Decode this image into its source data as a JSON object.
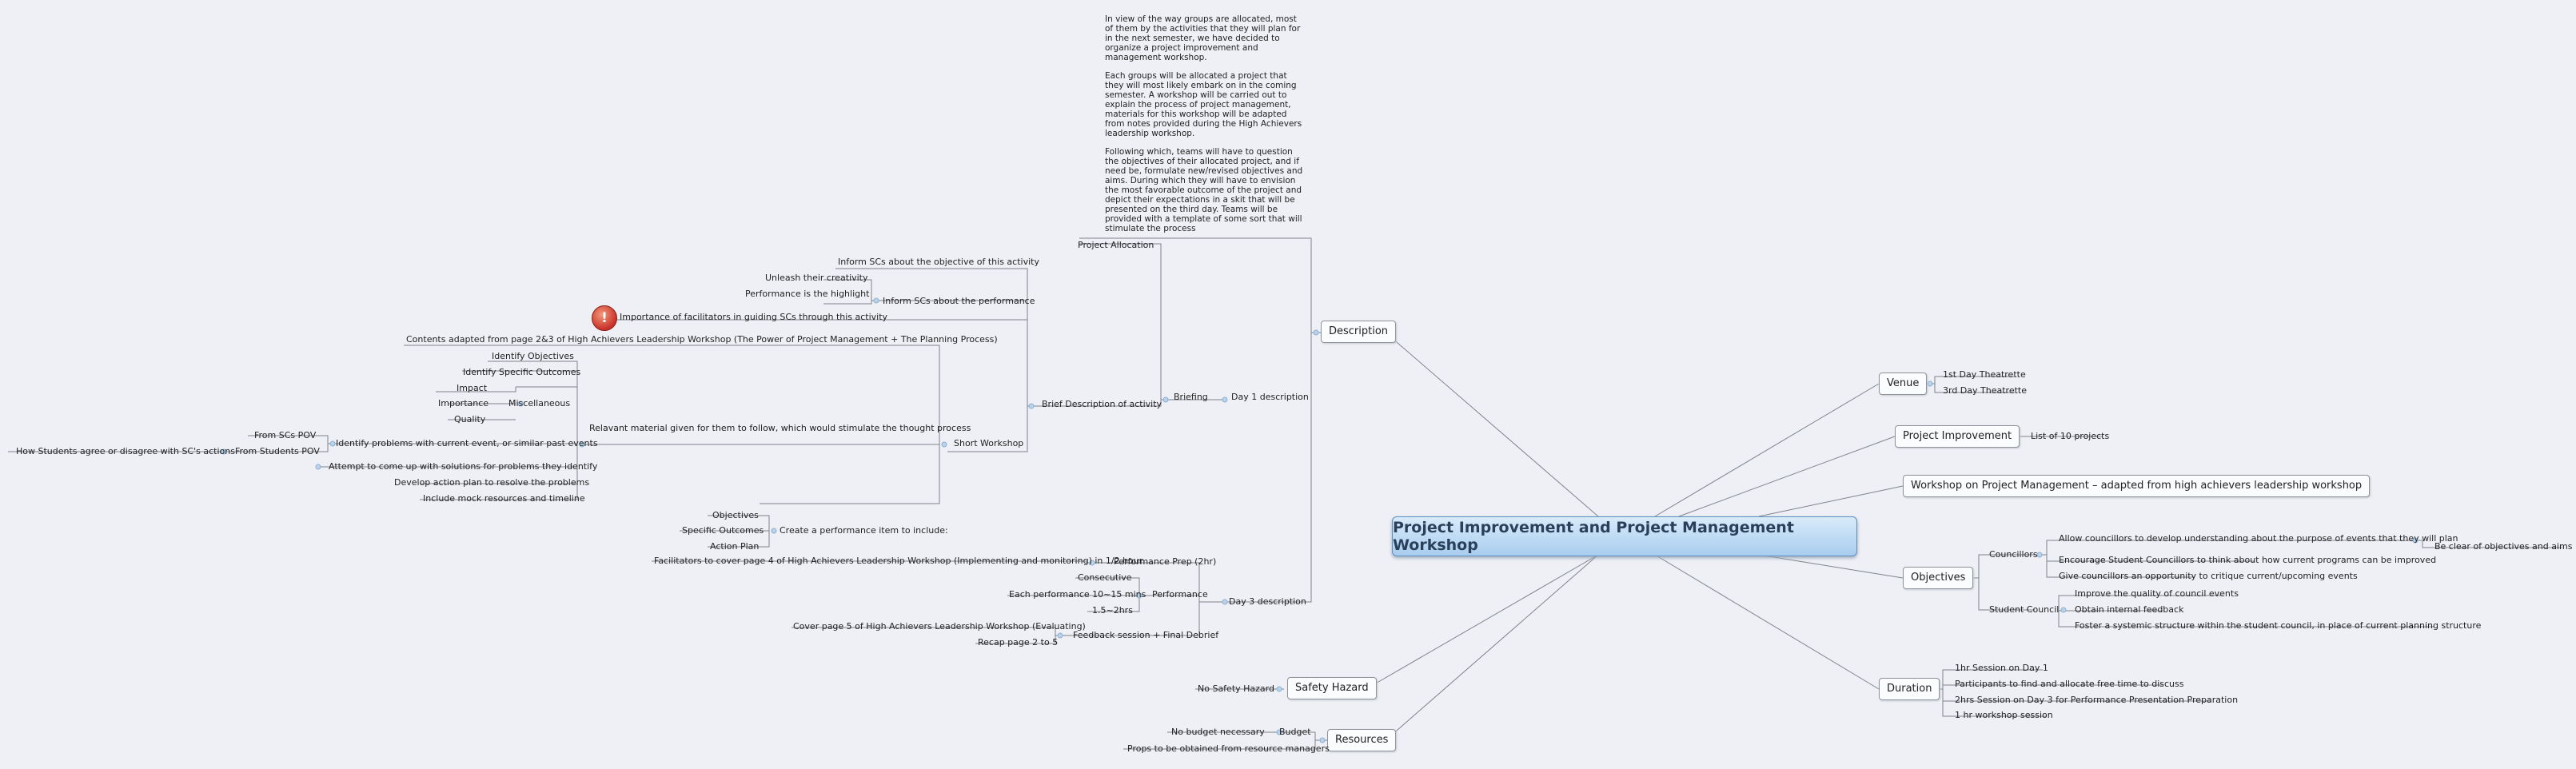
{
  "central_topic": "Project Improvement and Project Management Workshop",
  "note": {
    "para1": "In view of the way groups are allocated, most of them by the activities that they will plan for in the next semester, we have decided to organize a project improvement and management workshop.",
    "para2": "Each groups will be allocated a project that they will most likely embark on in the coming semester. A workshop will be carried out to explain the process of project management, materials for this workshop will be adapted from notes provided during the High Achievers leadership workshop.",
    "para3": "Following which, teams will have to question the objectives of their allocated project, and if need be, formulate new/revised objectives and aims. During which they will have to envision the most favorable outcome of the project and depict their expectations in a skit that will be presented on the third day. Teams will be provided with a template of some sort that will stimulate the process"
  },
  "warning_icon": "!",
  "left": {
    "description": "Description",
    "project_allocation": "Project Allocation",
    "day1": "Day 1 description",
    "briefing": "Briefing",
    "brief_desc": "Brief Description of activity",
    "inform_objective": "Inform SCs about the objective of this activity",
    "unleash": "Unleash their creativity",
    "highlight": "Performance is the highlight",
    "inform_perf": "Inform SCs about the performance",
    "importance_fac": "Importance of facilitators in guiding SCs through this activity",
    "short_workshop": "Short Workshop",
    "contents_adapted": "Contents adapted from page 2&3 of High Achievers Leadership Workshop (The Power of Project Management + The Planning Process)",
    "relevant": "Relavant material given for them to follow, which would stimulate the thought process",
    "identify_obj": "Identify Objectives",
    "identify_outcomes": "Identify Specific Outcomes",
    "misc": "Miscellaneous",
    "impact": "Impact",
    "importance": "Importance",
    "quality": "Quality",
    "identify_problems": "Identify problems with current event, or similar past events",
    "from_scs": "From SCs POV",
    "from_students": "From Students POV",
    "how_students": "How Students agree or disagree with SC's actions",
    "attempt": "Attempt to come up with solutions for problems they identify",
    "develop": "Develop action plan to resolve the problems",
    "mock": "Include mock resources and timeline",
    "day3": "Day 3 description",
    "perf_prep": "Performance Prep (2hr)",
    "facilitators_cover": "Facilitators to cover page 4 of High Achievers Leadership Workshop (Implementing and monitoring) in 1/2 hour",
    "create_perf": "Create a performance item to include:",
    "objectives": "Objectives",
    "specific_outcomes": "Specific Outcomes",
    "action_plan": "Action Plan",
    "performance": "Performance",
    "consecutive": "Consecutive",
    "each_perf": "Each performance 10~15 mins",
    "dur": "1.5~2hrs",
    "feedback": "Feedback session + Final Debrief",
    "cover_p5": "Cover page 5 of High Achievers Leadership Workshop (Evaluating)",
    "recap": "Recap page 2 to 5",
    "safety": "Safety Hazard",
    "no_safety": "No Safety Hazard",
    "resources": "Resources",
    "budget": "Budget",
    "no_budget": "No budget necessary",
    "props": "Props to be obtained from resource managers"
  },
  "right": {
    "venue": "Venue",
    "day1_venue": "1st Day Theatrette",
    "day3_venue": "3rd Day Theatrette",
    "project_improvement": "Project Improvement",
    "list_projects": "List of 10 projects",
    "workshop": "Workshop on Project Management – adapted from high achievers leadership workshop",
    "objectives": "Objectives",
    "councillors": "Councillors",
    "allow": "Allow councillors to develop understanding about the purpose of events that they will plan",
    "be_clear": "Be clear of objectives and aims",
    "encourage": "Encourage Student Councillors to think about how current programs can be improved",
    "give": "Give councillors an opportunity to critique current/upcoming events",
    "student_council": "Student Council",
    "improve": "Improve the quality of council events",
    "obtain": "Obtain internal feedback",
    "foster": "Foster a systemic structure within the student council, in place of current planning structure",
    "duration": "Duration",
    "session_day1": "1hr Session on Day 1",
    "participants": "Participants to find and allocate free time to discuss",
    "session_day3": "2hrs Session on Day 3 for Performance Presentation Preparation",
    "workshop_session": "1 hr workshop session"
  }
}
